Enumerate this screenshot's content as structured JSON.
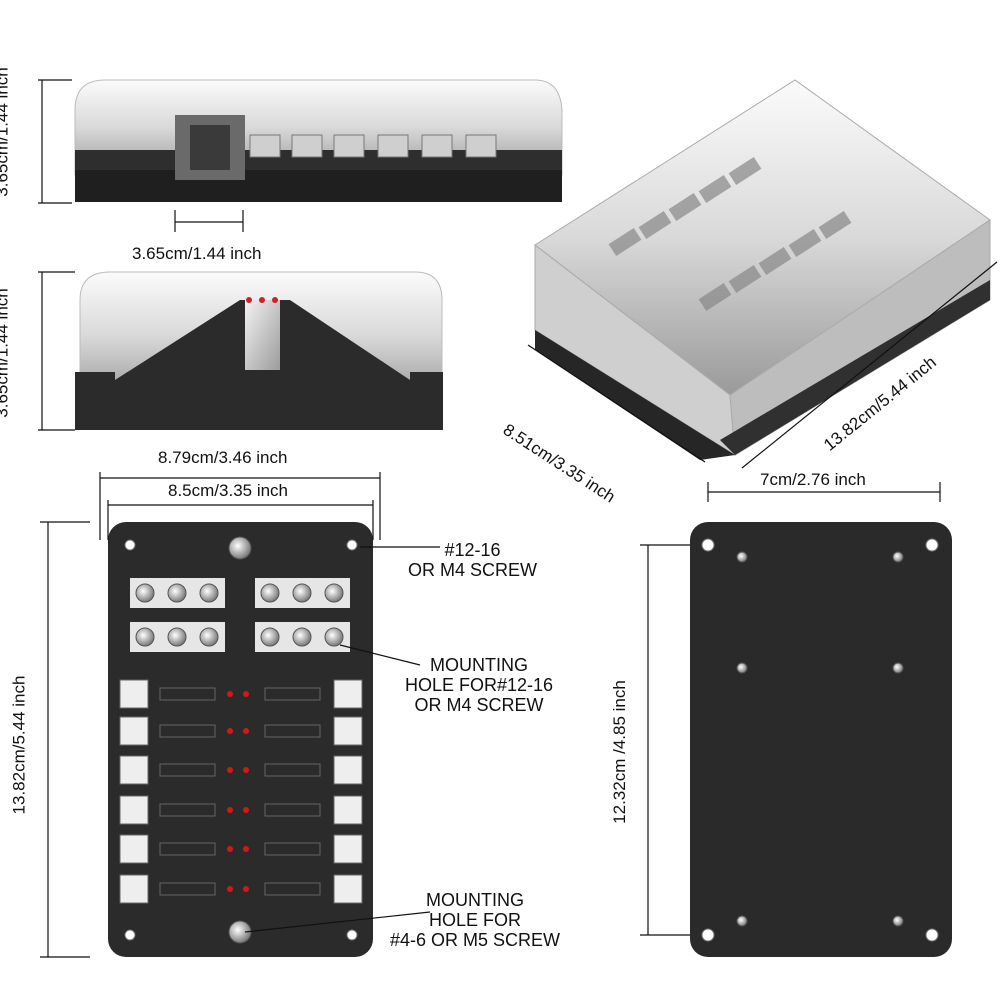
{
  "dimensions": {
    "side_view_height": "3.65cm/1.44 inch",
    "side_view_width": "3.65cm/1.44 inch",
    "end_view_height": "3.65cm/1.44 inch",
    "iso_depth": "8.51cm/3.35 inch",
    "iso_length": "13.82cm/5.44 inch",
    "top_outer_width": "8.79cm/3.46 inch",
    "top_inner_width": "8.5cm/3.35 inch",
    "top_length": "13.82cm/5.44 inch",
    "bottom_hole_width": "7cm/2.76 inch",
    "bottom_hole_length": "12.32cm /4.85 inch"
  },
  "callouts": {
    "screw": {
      "line1": "#12-16",
      "line2": "OR M4 SCREW"
    },
    "mount_small": {
      "line1": "MOUNTING",
      "line2": "HOLE FOR#12-16",
      "line3": "OR M4 SCREW"
    },
    "mount_large": {
      "line1": "MOUNTING",
      "line2": "HOLE FOR",
      "line3": "#4-6 OR M5 SCREW"
    }
  },
  "colors": {
    "body": "#2b2b2b",
    "cover": "#e8e8e8",
    "brass": "#c9c9c9",
    "led": "#d41818"
  }
}
